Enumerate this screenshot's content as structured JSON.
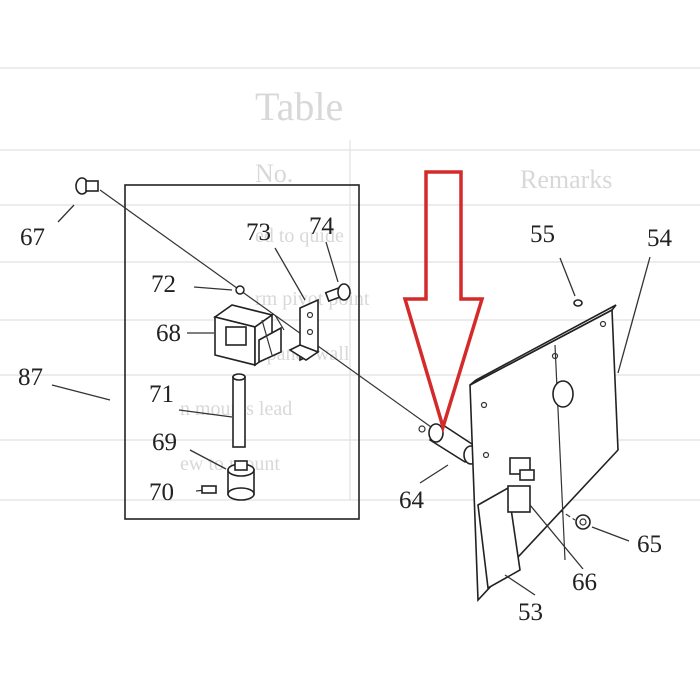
{
  "background_text": {
    "heading": "Table",
    "column_1": "Remarks",
    "column_2": "No.",
    "row_fragments": [
      "ed to quide",
      "rm pivot point",
      "r panel wall",
      "n mounts lead",
      "ew to mount"
    ]
  },
  "labels": {
    "p67": "67",
    "p73": "73",
    "p74": "74",
    "p72": "72",
    "p68": "68",
    "p87": "87",
    "p71": "71",
    "p69": "69",
    "p70": "70",
    "p64": "64",
    "p55": "55",
    "p54": "54",
    "p65": "65",
    "p66": "66",
    "p53": "53"
  },
  "highlight_arrow": {
    "color": "#d42a2a",
    "direction": "down",
    "target": "64"
  }
}
